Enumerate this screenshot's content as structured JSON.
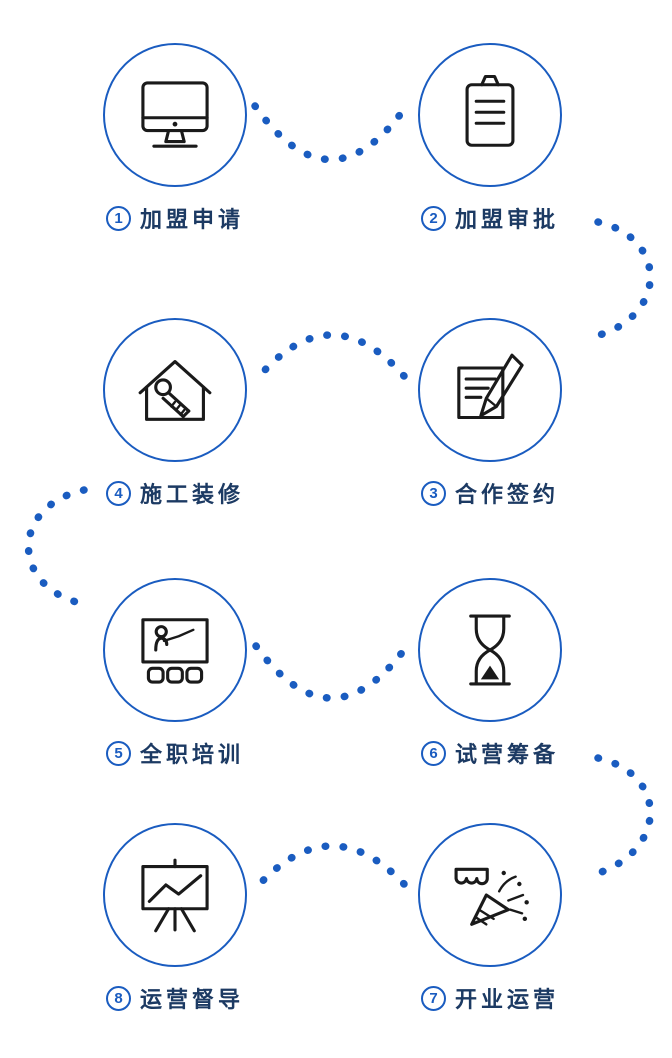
{
  "colors": {
    "accent": "#1a5cc0",
    "icon": "#1a1a1a",
    "label": "#1c3a63"
  },
  "steps": [
    {
      "number": "1",
      "label": "加盟申请",
      "icon": "computer-icon"
    },
    {
      "number": "2",
      "label": "加盟审批",
      "icon": "clipboard-icon"
    },
    {
      "number": "3",
      "label": "合作签约",
      "icon": "contract-signing-icon"
    },
    {
      "number": "4",
      "label": "施工装修",
      "icon": "house-renovation-icon"
    },
    {
      "number": "5",
      "label": "全职培训",
      "icon": "training-presentation-icon"
    },
    {
      "number": "6",
      "label": "试营筹备",
      "icon": "hourglass-icon"
    },
    {
      "number": "7",
      "label": "开业运营",
      "icon": "celebration-icon"
    },
    {
      "number": "8",
      "label": "运营督导",
      "icon": "chart-easel-icon"
    }
  ],
  "connectors": [
    {
      "from": "1",
      "to": "2"
    },
    {
      "from": "2",
      "to": "3"
    },
    {
      "from": "3",
      "to": "4"
    },
    {
      "from": "4",
      "to": "5"
    },
    {
      "from": "5",
      "to": "6"
    },
    {
      "from": "6",
      "to": "7"
    },
    {
      "from": "7",
      "to": "8"
    }
  ]
}
